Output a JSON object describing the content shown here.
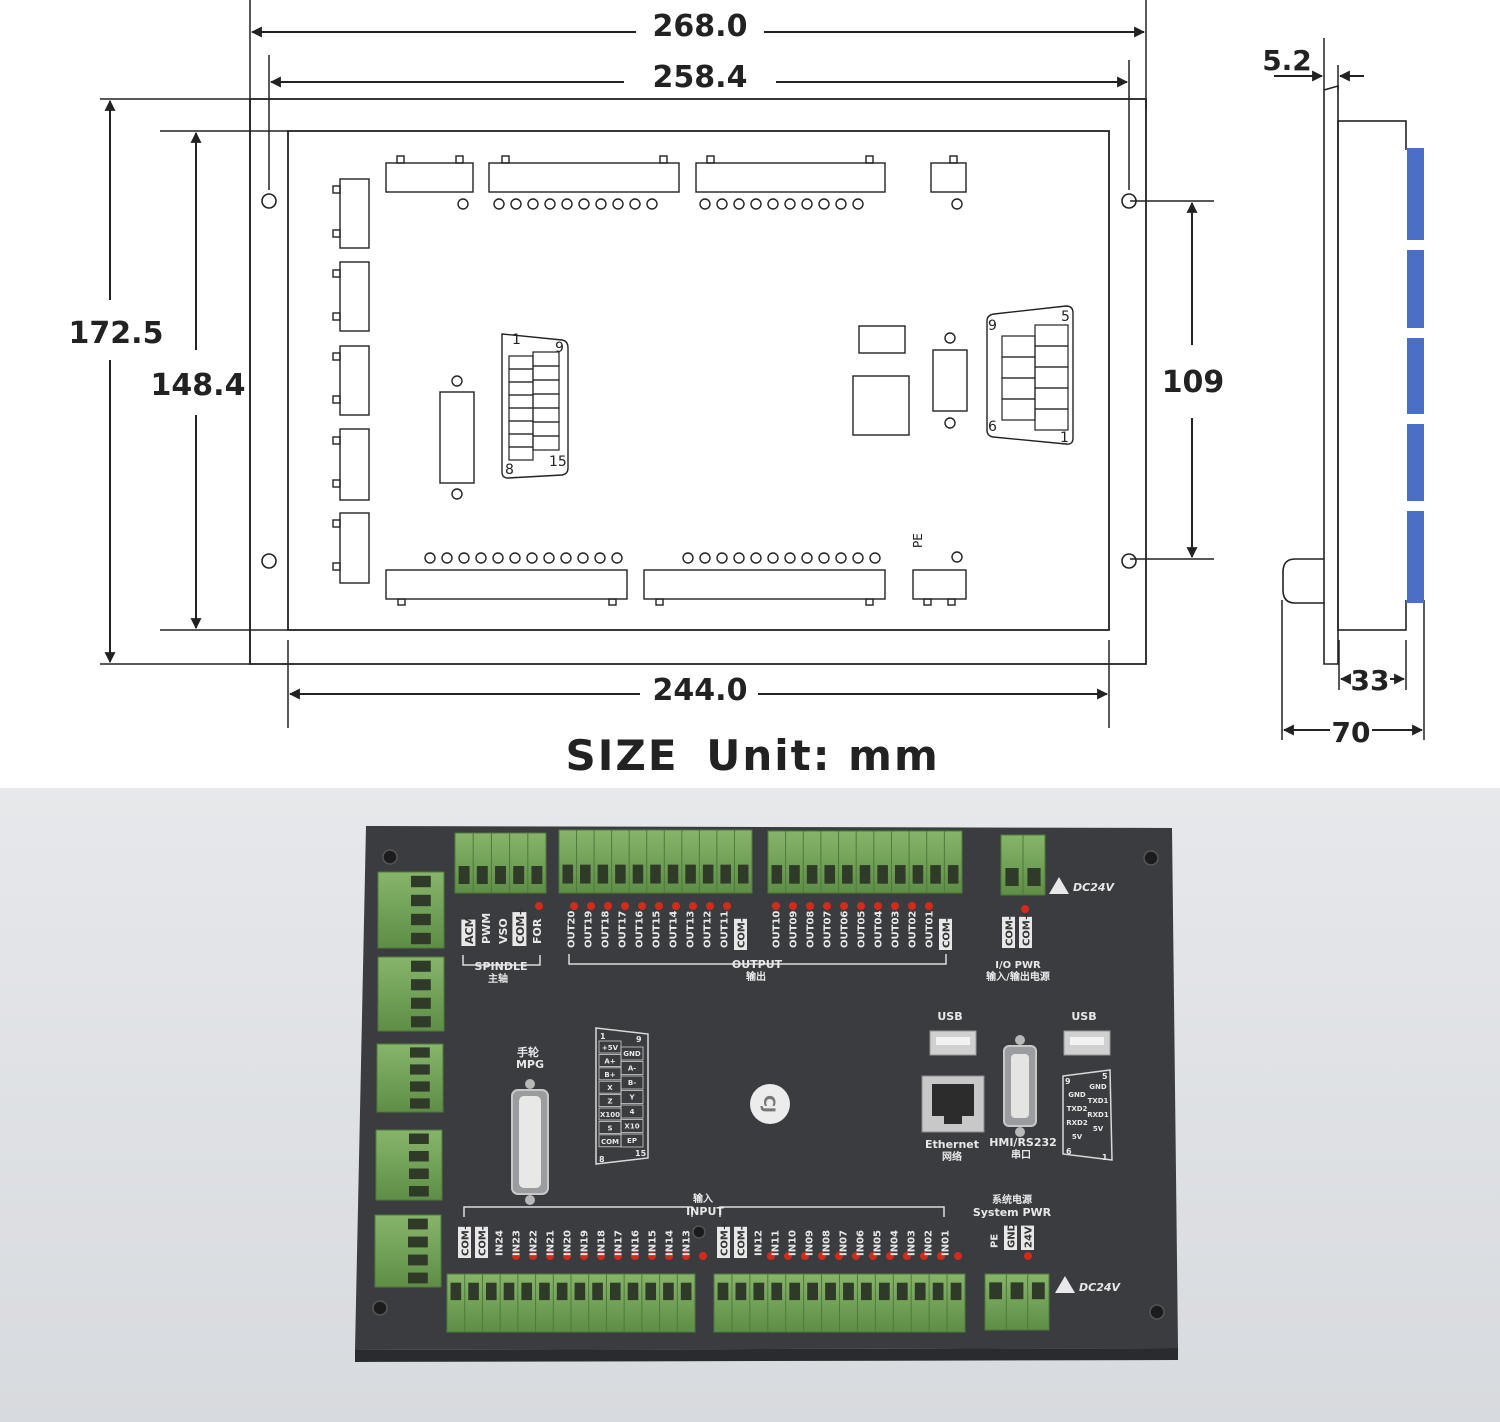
{
  "drawing": {
    "dimensions": {
      "overall_width": "268.0",
      "hole_spacing_width": "258.4",
      "board_width": "244.0",
      "overall_height": "172.5",
      "board_height": "148.4",
      "hole_spacing_height": "109",
      "side_plate": "5.2",
      "side_body": "33",
      "side_total": "70"
    },
    "db15_pins": {
      "top_left": "1",
      "top_right": "9",
      "bottom_left": "8",
      "bottom_right": "15"
    },
    "db9_pins": {
      "top_left": "9",
      "top_right": "5",
      "bottom_left": "6",
      "bottom_right": "1"
    },
    "pe_label": "PE",
    "caption": {
      "size": "SIZE",
      "unit": "Unit: mm"
    }
  },
  "photo": {
    "spindle": {
      "pins": [
        "ACM",
        "PWM",
        "VSO",
        "COM+",
        "FOR"
      ],
      "label": "SPINDLE",
      "label_cn": "主轴"
    },
    "output": {
      "pins_a": [
        "OUT20",
        "OUT19",
        "OUT18",
        "OUT17",
        "OUT16",
        "OUT15",
        "OUT14",
        "OUT13",
        "OUT12",
        "OUT11",
        "COM-"
      ],
      "pins_b": [
        "OUT10",
        "OUT09",
        "OUT08",
        "OUT07",
        "OUT06",
        "OUT05",
        "OUT04",
        "OUT03",
        "OUT02",
        "OUT01",
        "COM-"
      ],
      "label": "OUTPUT",
      "label_cn": "输出"
    },
    "io_pwr": {
      "pins": [
        "COM-",
        "COM+"
      ],
      "label": "I/O PWR",
      "label_cn": "输入/输出电源"
    },
    "dc24v_top": "DC24V",
    "dc24v_bottom": "DC24V",
    "mpg": {
      "label_cn": "手轮",
      "label": "MPG",
      "left": [
        "+5V",
        "A+",
        "B+",
        "X",
        "Z",
        "X100",
        "S",
        "COM"
      ],
      "right": [
        "GND",
        "A-",
        "B-",
        "Y",
        "4",
        "X10",
        "EP"
      ],
      "n1": "1",
      "n9": "9",
      "n8": "8",
      "n15": "15"
    },
    "usb_left": "USB",
    "usb_right": "USB",
    "ethernet": {
      "label": "Ethernet",
      "label_cn": "网络"
    },
    "rs232": {
      "label": "HMI/RS232",
      "label_cn": "串口"
    },
    "rs232_map": {
      "left": [
        "GND",
        "TXD2",
        "RXD2",
        "5V"
      ],
      "right": [
        "GND",
        "TXD1",
        "RXD1",
        "5V"
      ],
      "n9": "9",
      "n5": "5",
      "n6": "6",
      "n1": "1"
    },
    "input": {
      "label_cn": "输入",
      "label": "INPUT",
      "pins_a": [
        "COM+",
        "COM-",
        "IN24",
        "IN23",
        "IN22",
        "IN21",
        "IN20",
        "IN19",
        "IN18",
        "IN17",
        "IN16",
        "IN15",
        "IN14",
        "IN13"
      ],
      "pins_b": [
        "COM+",
        "COM-",
        "IN12",
        "IN11",
        "IN10",
        "IN09",
        "IN08",
        "IN07",
        "IN06",
        "IN05",
        "IN04",
        "IN03",
        "IN02",
        "IN01"
      ]
    },
    "system_pwr": {
      "label_cn": "系统电源",
      "label": "System PWR",
      "pins": [
        "PE",
        "GND",
        "24V"
      ]
    },
    "logo": "CJ",
    "colors": {
      "board": "#3b3c40",
      "terminal": "#74a558",
      "led": "#d42a1a",
      "blue_part": "#4a6fc4"
    }
  }
}
